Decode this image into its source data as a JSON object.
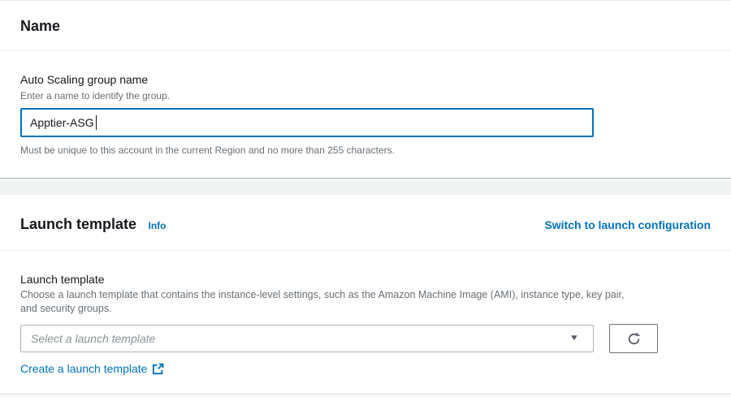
{
  "name_section": {
    "title": "Name",
    "field": {
      "label": "Auto Scaling group name",
      "description": "Enter a name to identify the group.",
      "value": "Apptier-ASG",
      "constraint": "Must be unique to this account in the current Region and no more than 255 characters."
    }
  },
  "launch_template_section": {
    "title": "Launch template",
    "info_label": "Info",
    "switch_link": "Switch to launch configuration",
    "field": {
      "label": "Launch template",
      "description_line1": "Choose a launch template that contains the instance-level settings, such as the Amazon Machine Image (AMI), instance type, key pair,",
      "description_line2": "and security groups.",
      "select_placeholder": "Select a launch template",
      "create_link": "Create a launch template"
    }
  },
  "icons": {
    "dropdown_arrow": "▼",
    "refresh": "refresh-icon",
    "external_link": "external-link-icon"
  },
  "colors": {
    "link_blue": "#0073bb",
    "focus_border": "#0073bb",
    "heading_text": "#16191f",
    "helper_text": "#687078",
    "select_border": "#aab7b8",
    "page_background": "#f2f3f3",
    "card_background": "#ffffff"
  }
}
